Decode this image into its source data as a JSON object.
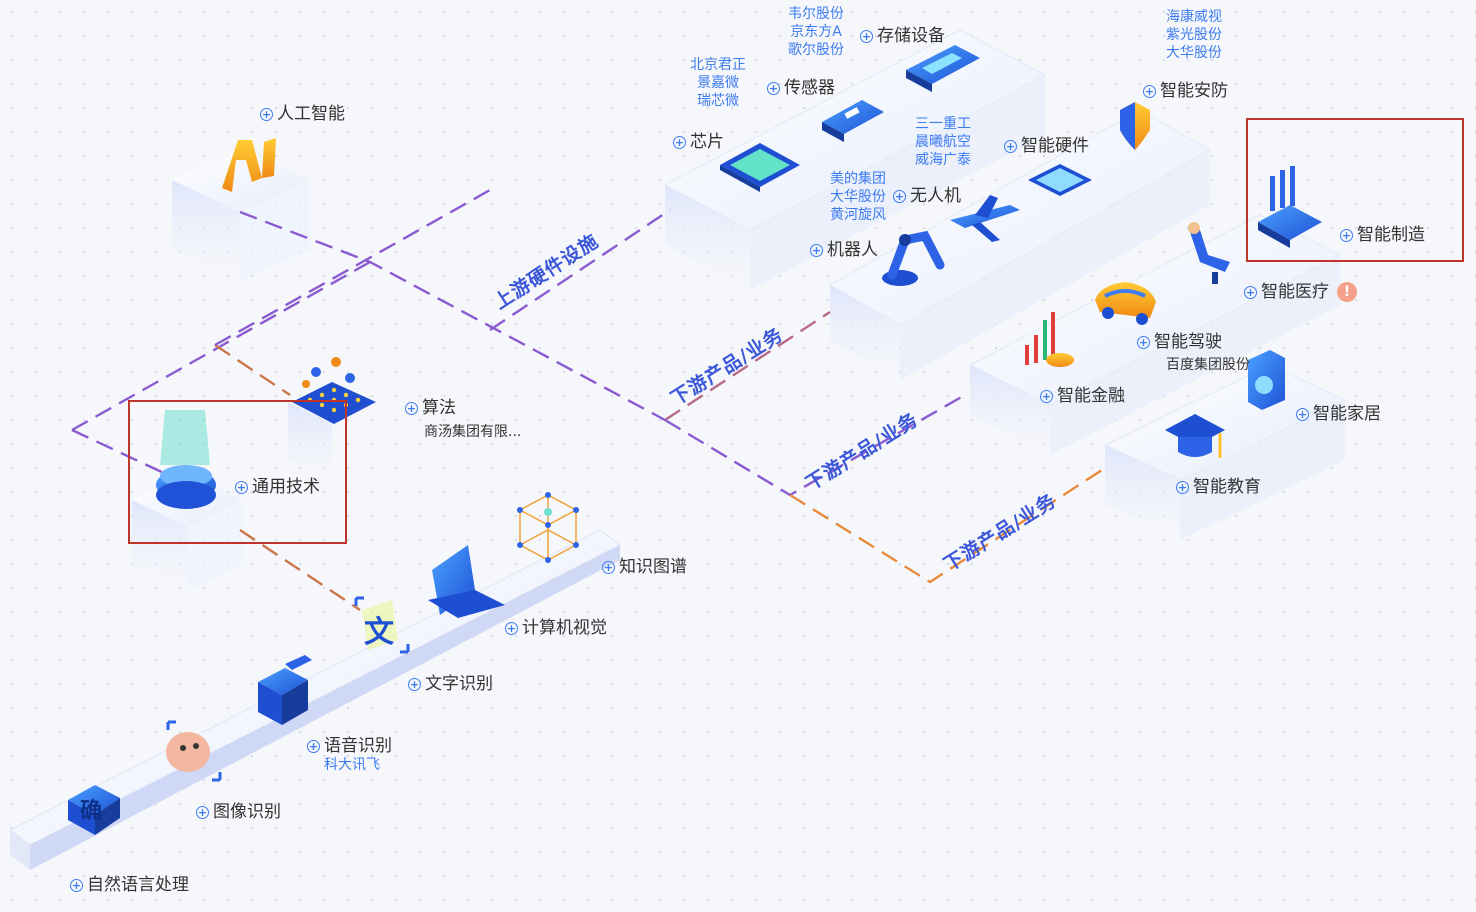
{
  "root": {
    "label": "人工智能"
  },
  "branches": {
    "upstream": "上游硬件设施",
    "downstream_1": "下游产品/业务",
    "downstream_2": "下游产品/业务",
    "downstream_3": "下游产品/业务"
  },
  "hardware": {
    "chip": {
      "label": "芯片",
      "companies": [
        "北京君正",
        "景嘉微",
        "瑞芯微"
      ]
    },
    "sensor": {
      "label": "传感器"
    },
    "storage": {
      "label": "存储设备",
      "companies": [
        "韦尔股份",
        "京东方A",
        "歌尔股份"
      ]
    }
  },
  "general_tech": {
    "label": "通用技术",
    "algorithm": {
      "label": "算法",
      "company": "商汤集团有限..."
    },
    "items": [
      {
        "label": "知识图谱"
      },
      {
        "label": "计算机视觉"
      },
      {
        "label": "文字识别"
      },
      {
        "label": "语音识别",
        "company": "科大讯飞"
      },
      {
        "label": "图像识别"
      },
      {
        "label": "自然语言处理"
      }
    ]
  },
  "downstream": {
    "smart_hardware": {
      "label": "智能硬件",
      "companies": [
        "三一重工",
        "晨曦航空",
        "威海广泰"
      ]
    },
    "drone": {
      "label": "无人机",
      "companies": [
        "美的集团",
        "大华股份",
        "黄河旋风"
      ]
    },
    "robot": {
      "label": "机器人"
    },
    "security": {
      "label": "智能安防",
      "companies": [
        "海康威视",
        "紫光股份",
        "大华股份"
      ]
    },
    "manufacturing": {
      "label": "智能制造"
    },
    "medical": {
      "label": "智能医疗",
      "badge": "!"
    },
    "driving": {
      "label": "智能驾驶",
      "company": "百度集团股份"
    },
    "finance": {
      "label": "智能金融"
    },
    "home": {
      "label": "智能家居"
    },
    "education": {
      "label": "智能教育"
    }
  },
  "colors": {
    "accent": "#3d7cf0",
    "highlight": "#c0332b",
    "line_purple": "#7b4fc9",
    "line_orange": "#e88a3c"
  }
}
